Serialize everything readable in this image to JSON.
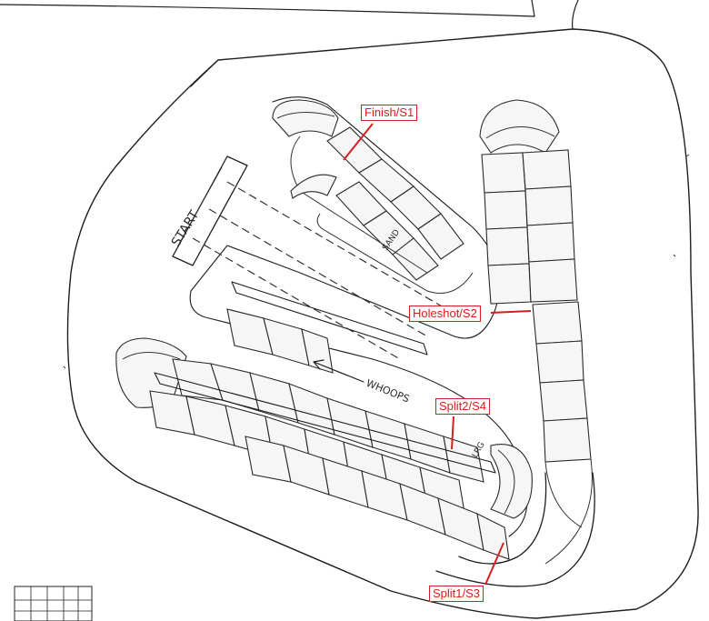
{
  "markers": {
    "finish": "Finish/S1",
    "holeshot": "Holeshot/S2",
    "split2": "Split2/S4",
    "split1": "Split1/S3"
  },
  "handwritten": {
    "start": "START",
    "whoops": "WHOOPS",
    "sand": "SAND",
    "lrg": "LRG"
  },
  "colors": {
    "marker": "#d42020",
    "ink": "#1e1e1e",
    "paper": "#ffffff"
  }
}
